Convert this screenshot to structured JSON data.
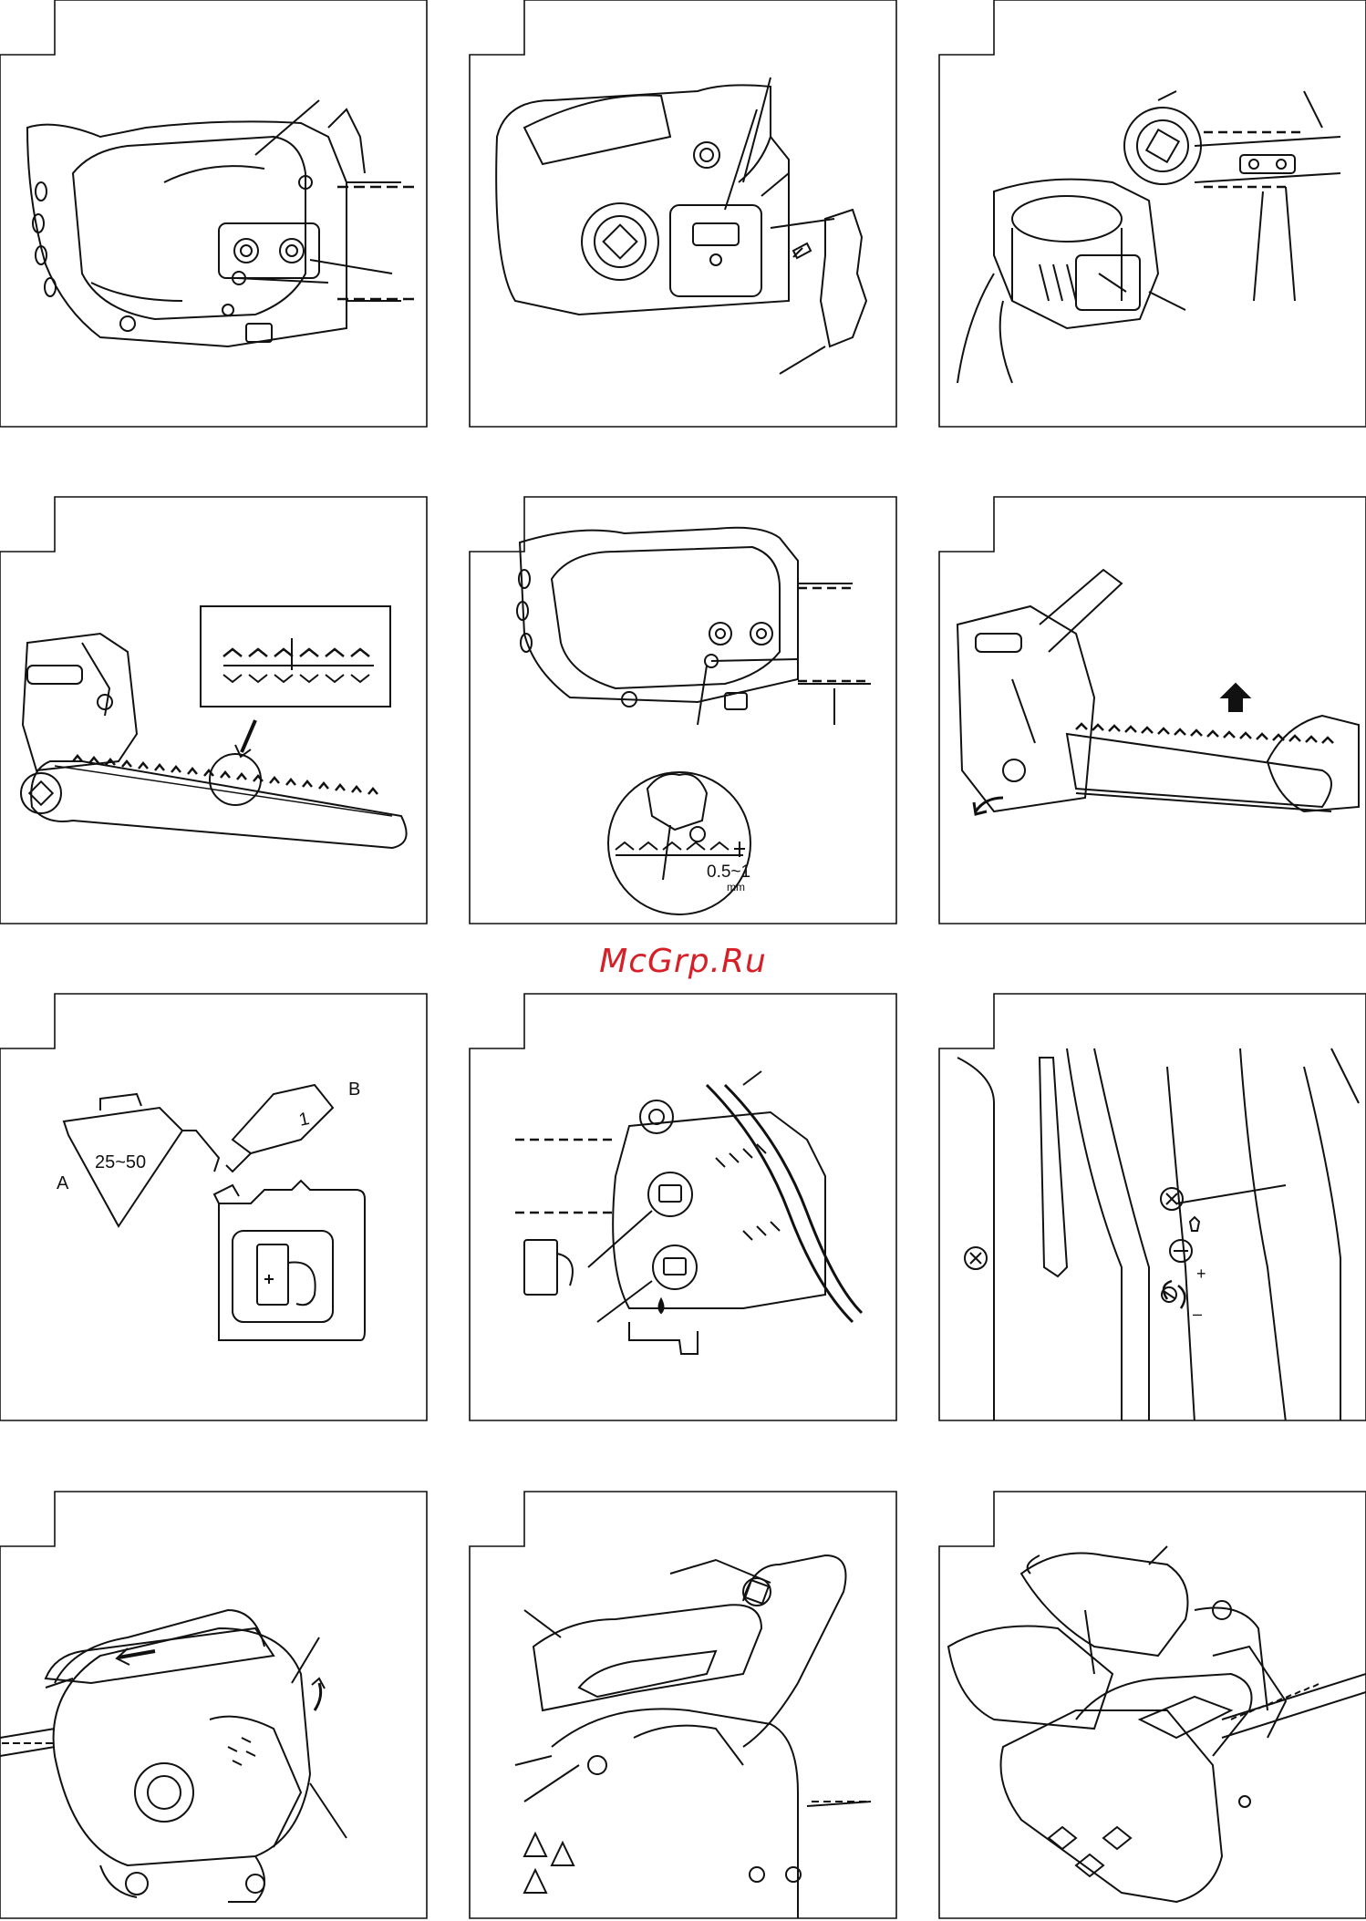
{
  "watermark": "McGrp.Ru",
  "colors": {
    "line": "#111111",
    "watermark": "#d61f26"
  },
  "panels": [
    {
      "id": "p1",
      "icon": "chain-cover-nuts-illustration"
    },
    {
      "id": "p2",
      "icon": "sprocket-and-guide-bar-plate-illustration"
    },
    {
      "id": "p3",
      "icon": "chain-tensioner-mounting-illustration"
    },
    {
      "id": "p4",
      "icon": "saw-chain-on-guide-bar-illustration"
    },
    {
      "id": "p5",
      "icon": "chain-tension-check-illustration",
      "labels": {
        "gap": "0.5~1",
        "unit": "mm"
      }
    },
    {
      "id": "p6",
      "icon": "tighten-chain-lift-bar-illustration"
    },
    {
      "id": "p7",
      "icon": "fuel-mixing-illustration",
      "labels": {
        "a": "A",
        "b": "B",
        "ratio": "25~50",
        "one": "1"
      }
    },
    {
      "id": "p8",
      "icon": "fuel-and-oil-caps-illustration"
    },
    {
      "id": "p9",
      "icon": "oil-pump-adjust-screw-illustration",
      "labels": {
        "plus": "+",
        "minus": "–"
      }
    },
    {
      "id": "p10",
      "icon": "chain-brake-lever-illustration"
    },
    {
      "id": "p11",
      "icon": "rear-handle-throttle-illustration"
    },
    {
      "id": "p12",
      "icon": "starting-grip-hand-illustration"
    }
  ]
}
